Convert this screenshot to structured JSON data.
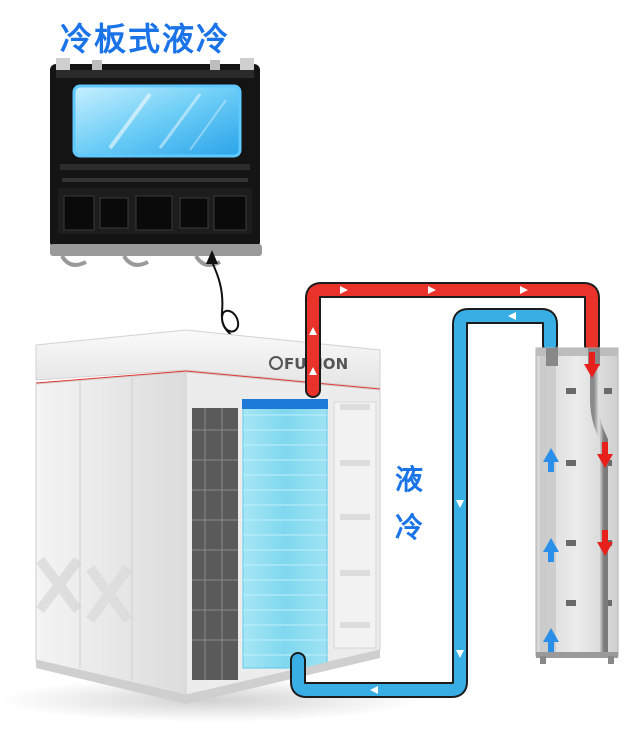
{
  "title": "冷板式液冷",
  "side_label": {
    "line1": "液",
    "line2": "冷"
  },
  "brand": "FUSION",
  "colors": {
    "title": "#1a74e8",
    "hot_pipe": "#e8322a",
    "cold_pipe": "#39aee5",
    "flow_arrow": "#ffffff",
    "cdu_arrow_up": "#2a8fe8",
    "cdu_arrow_down": "#e8201c",
    "cabinet": "#eeeeee",
    "rack_glow": "#7fd8ef"
  },
  "icons": {
    "flow": "triangle-arrow-icon",
    "magnify_link": "loop-curve-arrow-icon"
  }
}
